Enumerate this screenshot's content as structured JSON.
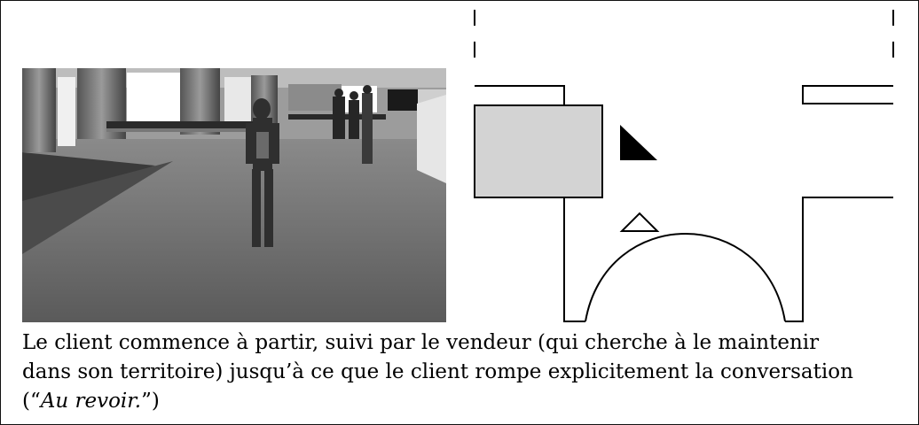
{
  "figure": {
    "caption": {
      "line1": "Le client commence à partir, suivi par le vendeur (qui cherche à le maintenir",
      "line2": "dans son territoire) jusqu’à ce que le client rompe explicitement la conversation",
      "line3_open": "(“",
      "line3_italic": "Au revoir.",
      "line3_close": "”)"
    },
    "floor_plan": {
      "counter_color": "#d3d3d3",
      "seller_marker": "filled-triangle",
      "client_marker": "outline-triangle"
    },
    "render_scene": {
      "style": "grayscale 3D virtual store",
      "characters": [
        "client-avatar",
        "background-avatars"
      ]
    }
  }
}
